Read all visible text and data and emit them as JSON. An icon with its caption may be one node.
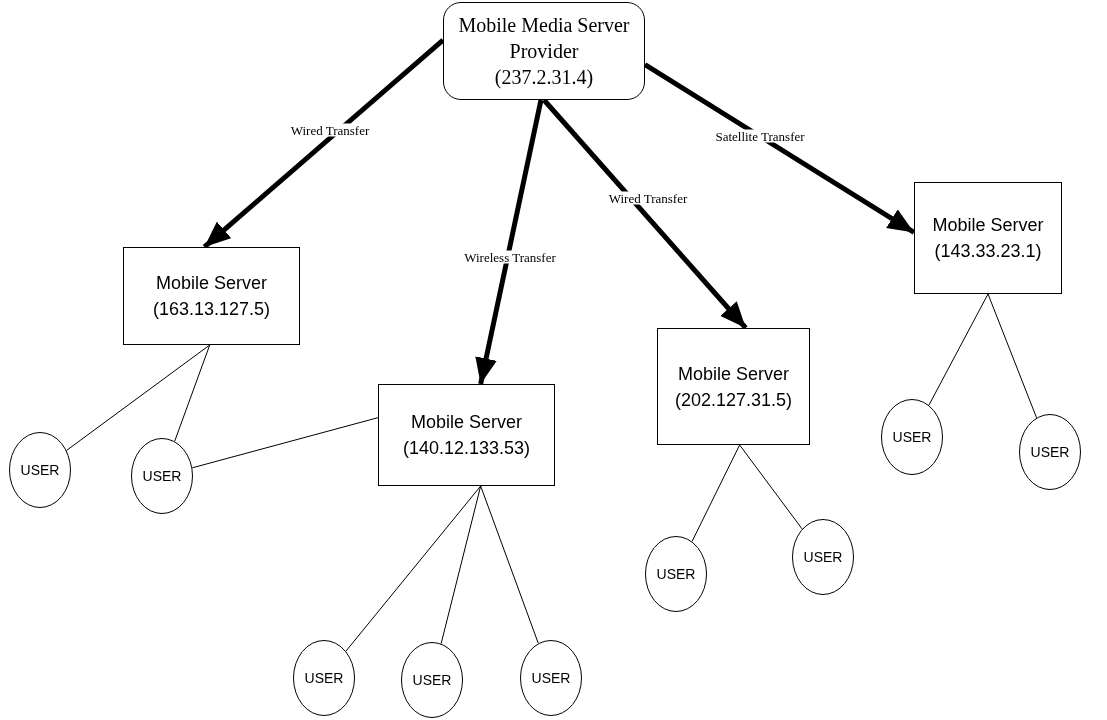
{
  "diagram": {
    "nodes": [
      {
        "text": [
          "Mobile Media Server Provider",
          "(237.2.31.4)"
        ]
      },
      {
        "text": [
          "Mobile Server",
          "(163.13.127.5)"
        ]
      },
      {
        "text": [
          "Mobile Server",
          "(140.12.133.53)"
        ]
      },
      {
        "text": [
          "Mobile Server",
          "(202.127.31.5)"
        ]
      },
      {
        "text": [
          "Mobile Server",
          "(143.33.23.1)"
        ]
      },
      {
        "text": [
          "USER"
        ]
      },
      {
        "text": [
          "USER"
        ]
      },
      {
        "text": [
          "USER"
        ]
      },
      {
        "text": [
          "USER"
        ]
      },
      {
        "text": [
          "USER"
        ]
      },
      {
        "text": [
          "USER"
        ]
      },
      {
        "text": [
          "USER"
        ]
      },
      {
        "text": [
          "USER"
        ]
      },
      {
        "text": [
          "USER"
        ]
      }
    ],
    "edges": [
      {
        "from": 0,
        "to": 1,
        "arrow": "to",
        "label": "Wired Transfer",
        "style": "thick"
      },
      {
        "from": 0,
        "to": 2,
        "arrow": "to",
        "label": "Wireless Transfer",
        "style": "thick"
      },
      {
        "from": 0,
        "to": 3,
        "arrow": "to",
        "label": "Wired Transfer",
        "style": "thick"
      },
      {
        "from": 0,
        "to": 4,
        "arrow": "to",
        "label": "Satellite Transfer",
        "style": "thick"
      },
      {
        "from": 1,
        "to": 5,
        "arrow": "none"
      },
      {
        "from": 1,
        "to": 6,
        "arrow": "none"
      },
      {
        "from": 2,
        "to": 6,
        "arrow": "none"
      },
      {
        "from": 2,
        "to": 7,
        "arrow": "none"
      },
      {
        "from": 2,
        "to": 8,
        "arrow": "none"
      },
      {
        "from": 2,
        "to": 9,
        "arrow": "none"
      },
      {
        "from": 3,
        "to": 10,
        "arrow": "none"
      },
      {
        "from": 3,
        "to": 11,
        "arrow": "none"
      },
      {
        "from": 4,
        "to": 12,
        "arrow": "none"
      },
      {
        "from": 4,
        "to": 13,
        "arrow": "none"
      }
    ]
  }
}
